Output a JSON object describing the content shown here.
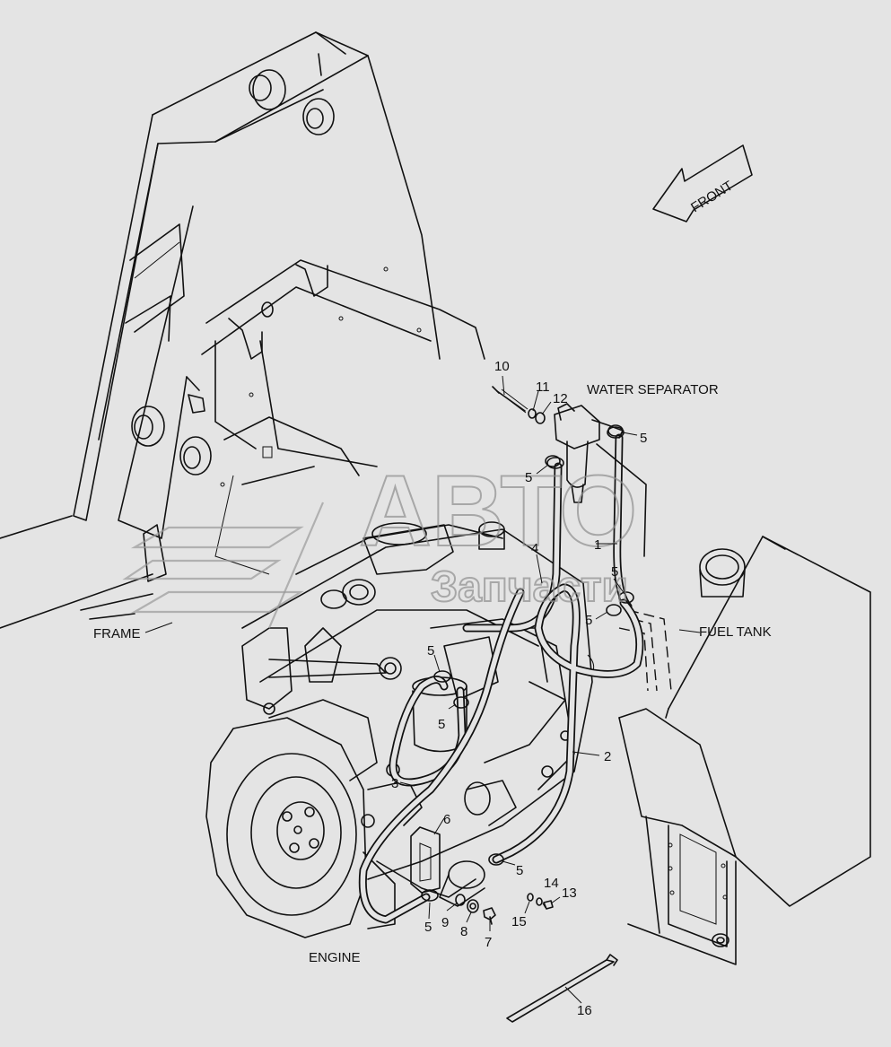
{
  "labels": {
    "frame": "FRAME",
    "engine": "ENGINE",
    "fuel_tank": "FUEL TANK",
    "water_separator": "WATER SEPARATOR",
    "front": "FRONT"
  },
  "watermark": {
    "line1": "АВТО",
    "line2": "Запчасти"
  },
  "callouts": {
    "c1": "1",
    "c2": "2",
    "c3": "3",
    "c4": "4",
    "c5a": "5",
    "c5b": "5",
    "c5c": "5",
    "c5d": "5",
    "c5e": "5",
    "c5f": "5",
    "c5g": "5",
    "c5h": "5",
    "c6": "6",
    "c7": "7",
    "c8": "8",
    "c9": "9",
    "c10": "10",
    "c11": "11",
    "c12": "12",
    "c13": "13",
    "c14": "14",
    "c15": "15",
    "c16": "16"
  }
}
